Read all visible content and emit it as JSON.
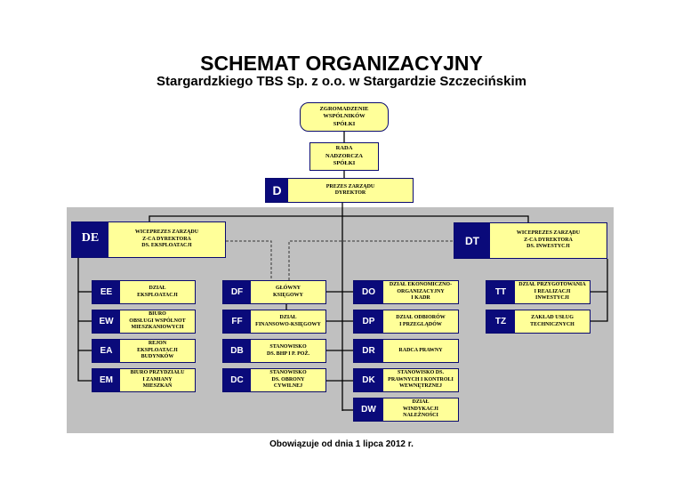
{
  "title": "SCHEMAT ORGANIZACYJNY",
  "subtitle": "Stargardzkiego TBS Sp. z o.o. w Stargardzie Szczecińskim",
  "top": {
    "assembly": "ZGROMADZENIE\nWSPÓLNIKÓW\nSPÓŁKI",
    "board": "RADA\nNADZORCZA\nSPÓŁKI"
  },
  "president": {
    "code": "D",
    "label": "PREZES ZARZĄDU\nDYREKTOR"
  },
  "vp_operations": {
    "code": "DE",
    "label": "WICEPREZES ZARZĄDU\nZ-CA DYREKTORA\nDS. EKSPLOATACJI"
  },
  "vp_investments": {
    "code": "DT",
    "label": "WICEPREZES ZARZĄDU\nZ-CA DYREKTORA\nDS. INWESTYCJI"
  },
  "col1": [
    {
      "code": "EE",
      "label": "DZIAŁ\nEKSPLOATACJI"
    },
    {
      "code": "EW",
      "label": "BIURO\nOBSŁUGI WSPÓLNOT\nMIESZKANIOWYCH"
    },
    {
      "code": "EA",
      "label": "REJON\nEKSPLOATACJI\nBUDYNKÓW"
    },
    {
      "code": "EM",
      "label": "BIURO PRZYDZIAŁU\nI ZAMIANY\nMIESZKAŃ"
    }
  ],
  "col2": [
    {
      "code": "DF",
      "label": "GŁÓWNY\nKSIĘGOWY"
    },
    {
      "code": "FF",
      "label": "DZIAŁ\nFINANSOWO-KSIĘGOWY"
    },
    {
      "code": "DB",
      "label": "STANOWISKO\nDS. BHP I P. POŻ."
    },
    {
      "code": "DC",
      "label": "STANOWISKO\nDS. OBRONY\nCYWILNEJ"
    }
  ],
  "col3": [
    {
      "code": "DO",
      "label": "DZIAŁ EKONOMICZNO-\nORGANIZACYJNY\nI KADR"
    },
    {
      "code": "DP",
      "label": "DZIAŁ ODBIORÓW\nI PRZEGLĄDÓW"
    },
    {
      "code": "DR",
      "label": "RADCA PRAWNY"
    },
    {
      "code": "DK",
      "label": "STANOWISKO DS.\nPRAWNYCH I KONTROLI\nWEWNĘTRZNEJ"
    },
    {
      "code": "DW",
      "label": "DZIAŁ\nWINDYKACJI\nNALEŻNOŚCI"
    }
  ],
  "col4": [
    {
      "code": "TT",
      "label": "DZIAŁ PRZYGOTOWANIA\nI REALIZACJI\nINWESTYCJI"
    },
    {
      "code": "TZ",
      "label": "ZAKŁAD USŁUG\nTECHNICZNYCH"
    }
  ],
  "footer": "Obowiązuje od dnia 1 lipca 2012 r.",
  "colors": {
    "navy": "#0a0a7a",
    "yellow": "#ffff99",
    "panel": "#c0c0c0"
  }
}
